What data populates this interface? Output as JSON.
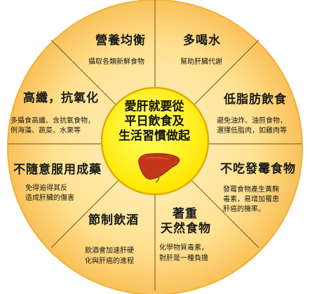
{
  "center": {
    "lines": [
      "愛肝就要從",
      "平日飲食及",
      "生活習慣做起"
    ],
    "liver_icon": "liver-icon"
  },
  "segments": [
    {
      "title": [
        "營養均衡"
      ],
      "desc": [
        "攝取各類新鮮食物"
      ]
    },
    {
      "title": [
        "多喝水"
      ],
      "desc": [
        "幫助肝臟代謝"
      ]
    },
    {
      "title": [
        "低脂肪飲食"
      ],
      "desc": [
        "避免油炸、油煎食物，",
        "選擇低脂肉，如雞肉等"
      ]
    },
    {
      "title": [
        "不吃發霉食物"
      ],
      "desc": [
        "發霉食物產生黃麴",
        "毒素，易增加罹患",
        "肝癌的機率。"
      ]
    },
    {
      "title": [
        "著重",
        "天然食物"
      ],
      "desc": [
        "化學物質毒素，",
        "對肝是一種負擔"
      ]
    },
    {
      "title": [
        "節制飲酒"
      ],
      "desc": [
        "飲酒會加速肝硬",
        "化與肝癌的進程"
      ]
    },
    {
      "title": [
        "不隨意服用成藥"
      ],
      "desc": [
        "免得逾得其反",
        "造成肝臟的傷害"
      ]
    },
    {
      "title": [
        "高纖，抗氧化"
      ],
      "desc": [
        "多攝食高纖、含抗氧食物，",
        "例海藻、蔬菜、水果等"
      ]
    }
  ],
  "colors": {
    "outer": "#FFE08F",
    "outer_edge": "#F2B035",
    "inner": "#FFF200",
    "inner_edge": "#E6A800",
    "liver": "#C4361B",
    "divider": "#8A6A2A"
  }
}
